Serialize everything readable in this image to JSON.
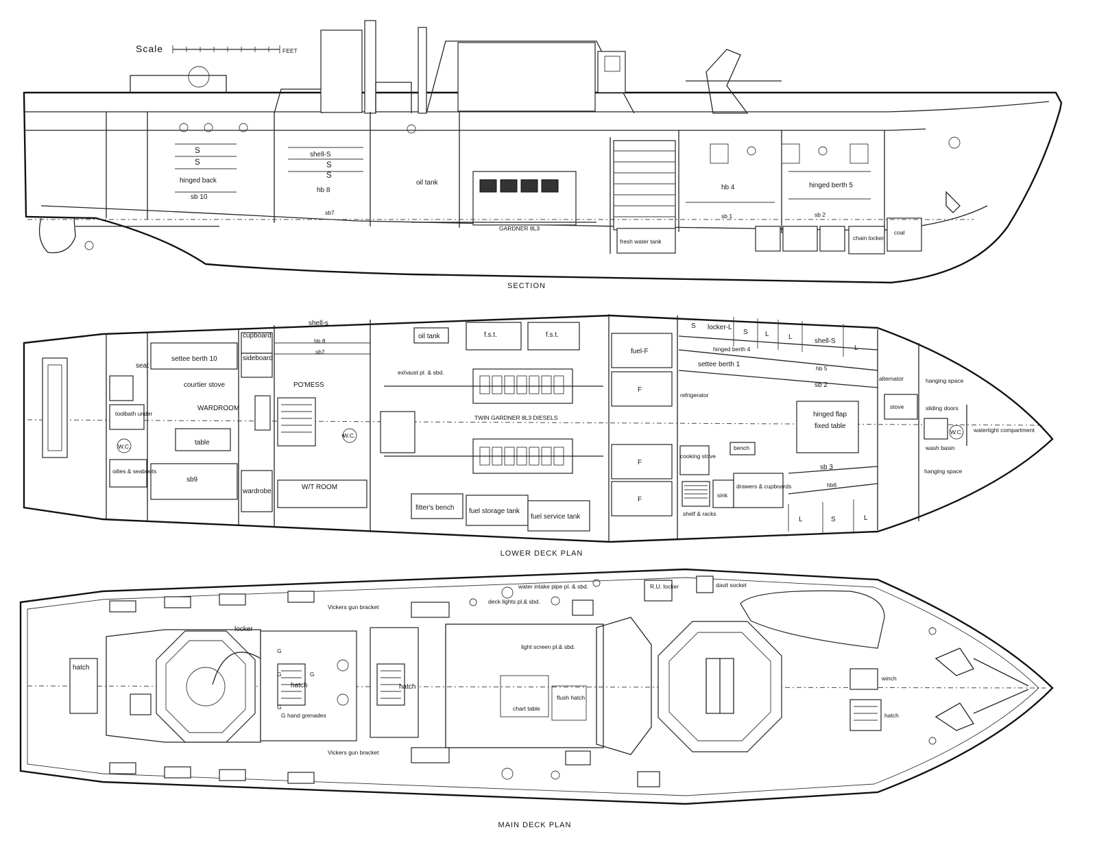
{
  "scale": {
    "label": "Scale",
    "unit": "FEET"
  },
  "section": {
    "title": "SECTION",
    "labels": {
      "s1": "S",
      "s2": "S",
      "hinged_back": "hinged back",
      "sb_aft": "sb 10",
      "shell_s": "shell-S",
      "s3": "S",
      "s4": "S",
      "hb8": "hb 8",
      "sb7": "sb7",
      "oil_tank": "oil tank",
      "engine": "GARDNER 8L3",
      "fresh_water_tank": "fresh water tank",
      "hb4": "hb 4",
      "hinged_berth_5": "hinged berth 5",
      "sb1": "sb 1",
      "sb2": "sb 2",
      "chain_locker": "chain locker",
      "coal": "coal"
    }
  },
  "lower_deck": {
    "title": "LOWER DECK PLAN",
    "labels": {
      "shell_s": "shell-s",
      "hb8": "hb 8",
      "sb7": "sb7",
      "cupboard": "cupboard",
      "sideboard": "sideboard",
      "seat": "seat",
      "settee_berth_10": "settee berth 10",
      "courtier_stove": "courtier stove",
      "wardroom": "WARDROOM",
      "toolbath_under": "toolbath under",
      "table": "table",
      "sb9": "sb9",
      "oilies_seaboots": "oilies & seaboots",
      "wardrobe": "wardrobe",
      "po_mess": "PO'MESS",
      "wt_room": "W/T ROOM",
      "oil_tank": "oil tank",
      "fst1": "f.s.t.",
      "fst2": "f.s.t.",
      "exhaust": "exhaust pl. & sbd.",
      "twin_gardner": "TWIN GARDNER 8L3 DIESELS",
      "fitters_bench": "fitter's bench",
      "fuel_storage_tank": "fuel storage tank",
      "fuel_service_tank": "fuel service tank",
      "fuel_f": "fuel-F",
      "f1": "F",
      "f2": "F",
      "f3": "F",
      "s_a": "S",
      "locker_l": "locker-L",
      "s_b": "S",
      "l_a": "L",
      "l_b": "L",
      "shell_s2": "shell-S",
      "l_c": "L",
      "hinged_berth_4": "hinged berth 4",
      "settee_berth_1": "settee berth 1",
      "hb5": "hb 5",
      "sb2": "sb 2",
      "alternator": "alternator",
      "hanging_space_1": "hanging space",
      "refrigerator": "refrigerator",
      "hinged_flap": "hinged flap",
      "fixed_table": "fixed table",
      "stove": "stove",
      "sliding_doors": "sliding doors",
      "watertight_compartment": "watertight compartment",
      "bench": "bench",
      "cooking_stove": "cooking stove",
      "wash_basin": "wash basin",
      "sb3": "sb 3",
      "hanging_space_2": "hanging space",
      "sink": "sink",
      "drawers_cupboards": "drawers & cupboards",
      "hb6": "hb6",
      "shelf_racks": "shelf & racks",
      "l_d": "L",
      "s_c": "S",
      "l_e": "L",
      "wc1": "W.C.",
      "wc2": "W.C.",
      "wc3": "W.C."
    }
  },
  "main_deck": {
    "title": "MAIN DECK PLAN",
    "labels": {
      "hatch_aft": "hatch",
      "locker": "locker",
      "vickers_upper": "Vickers gun bracket",
      "vickers_lower": "Vickers gun bracket",
      "water_intake": "water intake pipe pl. & sbd.",
      "deck_lights": "deck lights pl.& sbd.",
      "ru_locker": "R.U. locker",
      "davit_socket": "davit socket",
      "hatch_mid": "hatch",
      "hatch_mid2": "hatch",
      "light_screen": "light screen pl.& sbd.",
      "flush_hatch": "flush hatch",
      "chart_table": "chart table",
      "hand_grenades": "G hand grenades",
      "winch": "winch",
      "hatch_fwd": "hatch",
      "g1": "G",
      "g2": "G",
      "g3": "G",
      "g4": "G"
    }
  }
}
